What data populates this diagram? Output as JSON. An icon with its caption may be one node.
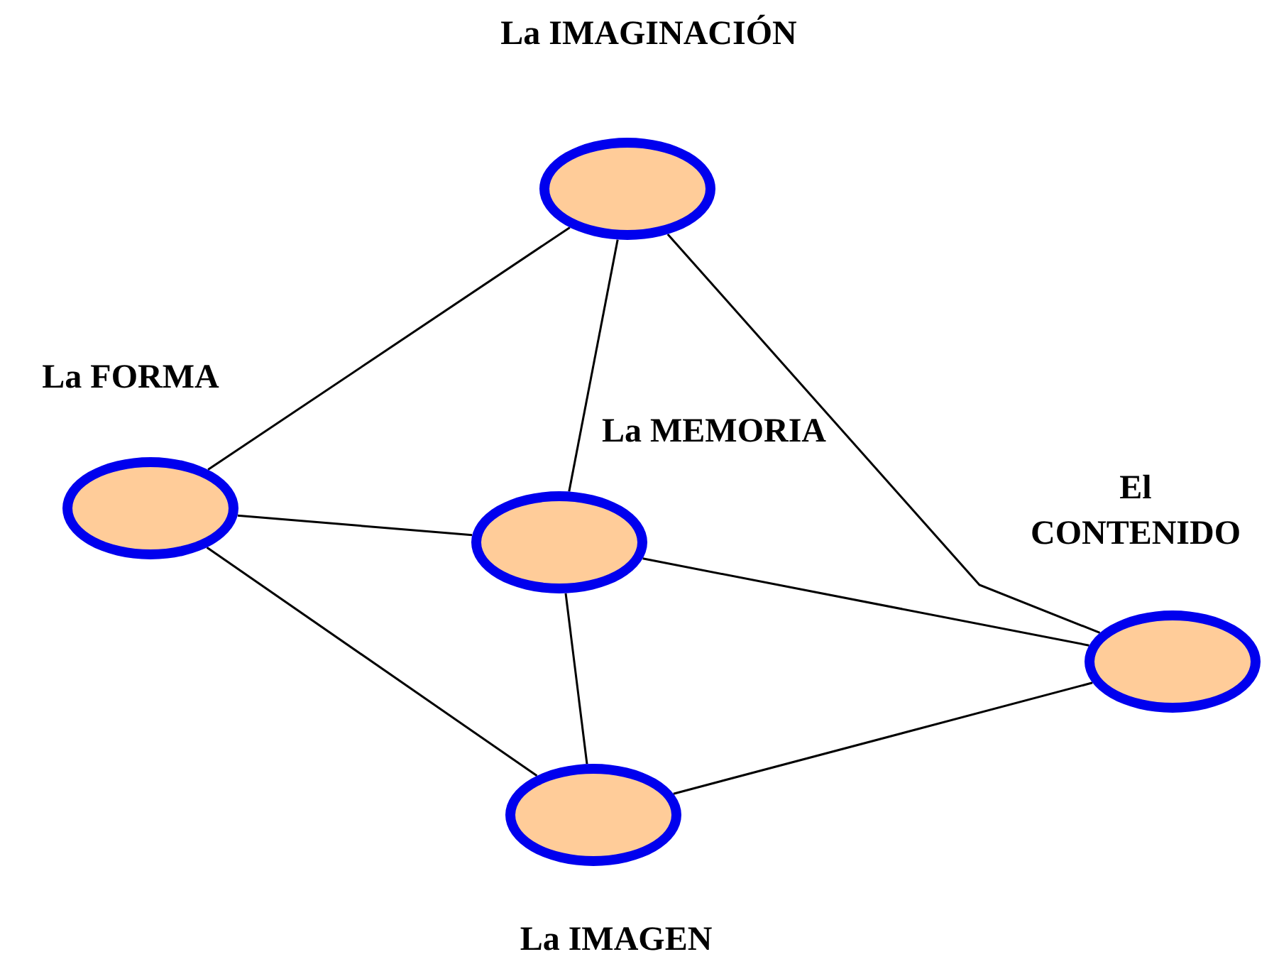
{
  "diagram": {
    "nodes": [
      {
        "text": [
          "La IMAGINACIÓN"
        ]
      },
      {
        "text": [
          "La FORMA"
        ]
      },
      {
        "text": [
          "La MEMORIA"
        ]
      },
      {
        "text": [
          "El CONTENIDO"
        ]
      },
      {
        "text": [
          "La IMAGEN"
        ]
      }
    ],
    "edges": [
      {
        "from": 0,
        "to": 1,
        "arrow": "none"
      },
      {
        "from": 0,
        "to": 2,
        "arrow": "none"
      },
      {
        "from": 0,
        "to": 3,
        "arrow": "none"
      },
      {
        "from": 1,
        "to": 2,
        "arrow": "none"
      },
      {
        "from": 1,
        "to": 4,
        "arrow": "none"
      },
      {
        "from": 2,
        "to": 3,
        "arrow": "none"
      },
      {
        "from": 2,
        "to": 4,
        "arrow": "none"
      },
      {
        "from": 4,
        "to": 3,
        "arrow": "none"
      }
    ]
  }
}
